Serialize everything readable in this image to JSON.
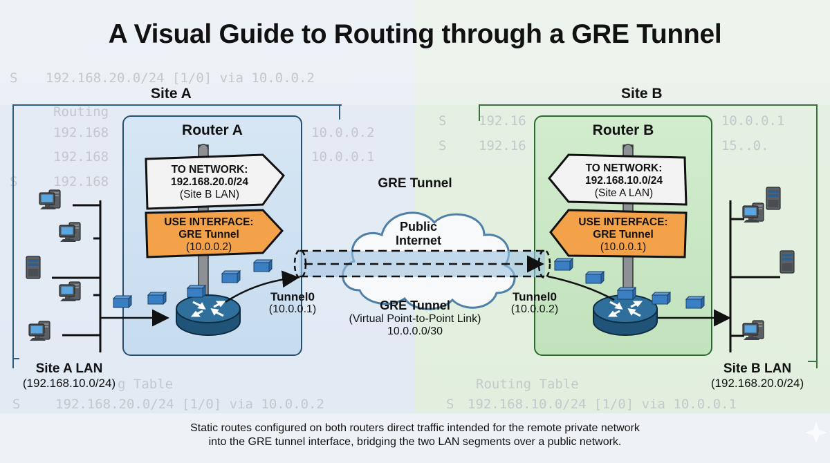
{
  "title": "A Visual Guide to Routing through a GRE Tunnel",
  "background_text": {
    "left_top": [
      "S",
      "192.168.20.0/24 [1/0] via 10.0.0.2"
    ],
    "left_rows": [
      {
        "prefix": "",
        "text": "Routing"
      },
      {
        "prefix": "",
        "text": "192.168",
        "tail": "10.0.0.2"
      },
      {
        "prefix": "",
        "text": "192.168",
        "tail": "10.0.0.1"
      },
      {
        "prefix": "S",
        "text": "192.168"
      }
    ],
    "right_rows": [
      {
        "prefix": "S",
        "text": "192.16",
        "tail": "a 10.0.0.1"
      },
      {
        "prefix": "S",
        "text": "192.16",
        "tail": "a 15..0."
      }
    ],
    "left_bottom_heading": "g Table",
    "left_bottom_row": [
      "S",
      "192.168.20.0/24 [1/0] via 10.0.0.2"
    ],
    "right_bottom_heading": "Routing Table",
    "right_bottom_row": [
      "S",
      "192.168.10.0/24 [1/0] via 10.0.0.1"
    ]
  },
  "site_a": {
    "label": "Site A",
    "lan_label": "Site A LAN",
    "lan_subnet": "(192.168.10.0/24)",
    "router": {
      "title": "Router A",
      "network_sign": {
        "line1": "TO NETWORK:",
        "line2": "192.168.20.0/24",
        "line3": "(Site B LAN)"
      },
      "interface_sign": {
        "line1": "USE INTERFACE:",
        "line2": "GRE Tunnel",
        "line3": "(10.0.0.2)"
      }
    },
    "tunnel_interface": {
      "name": "Tunnel0",
      "ip": "(10.0.0.1)"
    }
  },
  "site_b": {
    "label": "Site B",
    "lan_label": "Site B LAN",
    "lan_subnet": "(192.168.20.0/24)",
    "router": {
      "title": "Router B",
      "network_sign": {
        "line1": "TO NETWORK:",
        "line2": "192.168.10.0/24",
        "line3": "(Site A LAN)"
      },
      "interface_sign": {
        "line1": "USE INTERFACE:",
        "line2": "GRE Tunnel",
        "line3": "(10.0.0.1)"
      }
    },
    "tunnel_interface": {
      "name": "Tunnel0",
      "ip": "(10.0.0.2)"
    }
  },
  "tunnel": {
    "header": "GRE Tunnel",
    "cloud_line1": "Public",
    "cloud_line2": "Internet",
    "label": "GRE Tunnel",
    "sublabel": "(Virtual Point-to-Point Link)",
    "subnet": "10.0.0.0/30"
  },
  "caption": {
    "line1": "Static routes configured on both routers direct traffic intended for the remote private network",
    "line2": "into the GRE tunnel interface, bridging the two LAN segments over a public network."
  },
  "colors": {
    "site_a_accent": "#2c5d7e",
    "site_b_accent": "#3b6f3b",
    "router_body": "#2f6f9c",
    "packet": "#3a7fc4",
    "interface_sign": "#f4a24a",
    "network_sign": "#f2f2f2"
  }
}
